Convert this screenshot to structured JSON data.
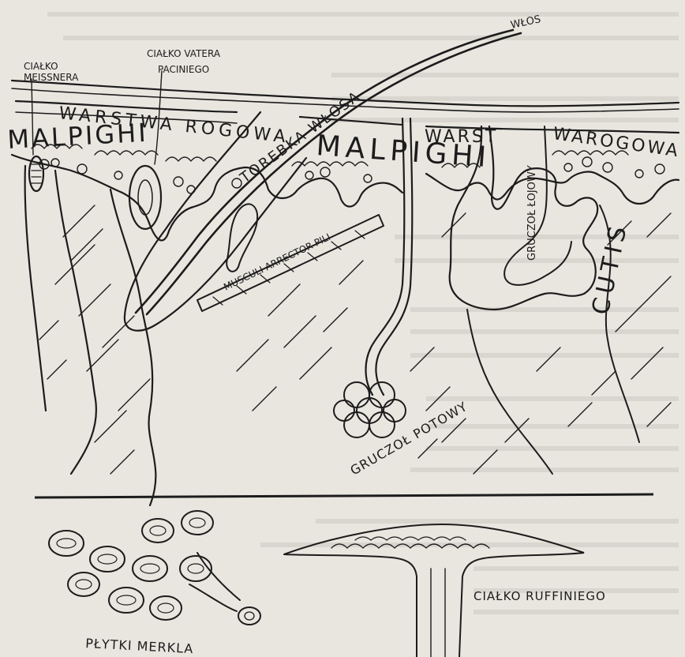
{
  "top_figure": {
    "labels": {
      "cialko_meissnera": [
        "CIAŁKO",
        "MEISSNERA"
      ],
      "cialko_vater_paciniego": [
        "CIAŁKO VATERA",
        "PACINIEGO"
      ],
      "wlos": "WŁOS",
      "torebka_wlosa": "TOREBKA WŁOSA",
      "warstwa_rogowa_left": "WARSTWA ROGOWA",
      "malpighi_left": "MALPIGHI",
      "malpighi_center": "MALPIGHI",
      "warst": "WARST",
      "warstwa_rogowa_right": "WAROGOWA",
      "musculi_arrector": "MUSCULI ARRECTOR PILI",
      "gruczol_lojowy": "GRUCZOŁ ŁOJOWY",
      "gruczol_potowy": "GRUCZOŁ POTOWY",
      "cutis": "CUTIS"
    }
  },
  "bottom_figure": {
    "labels": {
      "plytki_merkla": "PŁYTKI MERKLA",
      "cialko_ruffiniego": "CIAŁKO RUFFINIEGO"
    }
  },
  "colors": {
    "ink": "#1c1c1c",
    "paper": "#e9e6e0",
    "bleed_text": "#b9b5ae"
  }
}
